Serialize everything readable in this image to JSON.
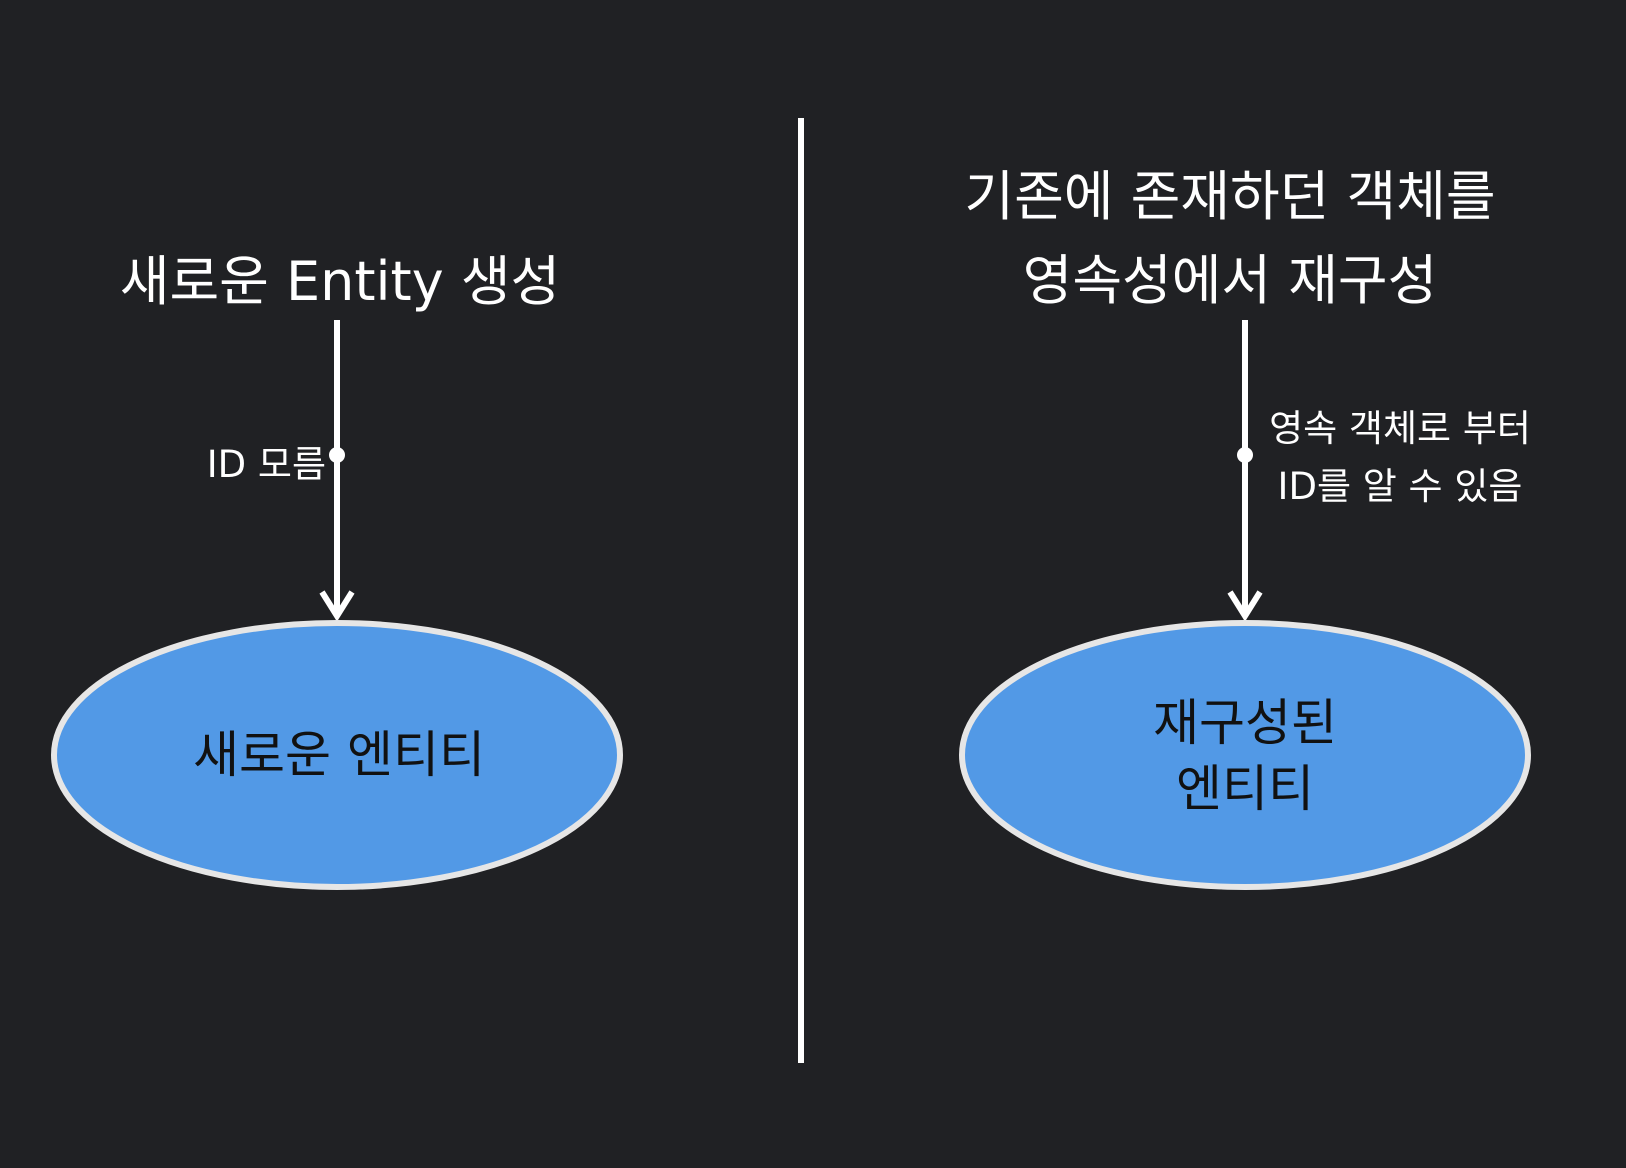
{
  "colors": {
    "background": "#202124",
    "line": "#ffffff",
    "node_fill": "#5299e6",
    "node_border": "#e6e6e6",
    "node_text": "#111111",
    "title_text": "#ffffff"
  },
  "left": {
    "title": "새로운 Entity 생성",
    "edge_label": "ID 모름",
    "node_lines": [
      "새로운 엔티티"
    ]
  },
  "right": {
    "title_lines": [
      "기존에 존재하던 객체를",
      "영속성에서 재구성"
    ],
    "edge_label_lines": [
      "영속 객체로 부터",
      "ID를 알 수 있음"
    ],
    "node_lines": [
      "재구성된",
      "엔티티"
    ]
  }
}
